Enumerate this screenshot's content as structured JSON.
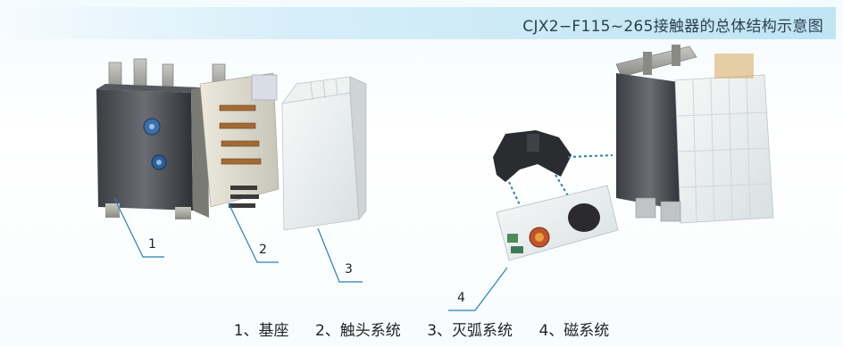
{
  "title": "CJX2−F115~265接触器的总体结构示意图",
  "labels": [
    "1",
    "2",
    "3",
    "4"
  ],
  "legend": [
    "1、基座",
    "2、触头系统",
    "3、灭弧系统",
    "4、磁系统"
  ],
  "colors": {
    "title_bar": "#bfe4f4",
    "leader_line": "#2a7fb8",
    "metal_dark": "#4a4a4f",
    "shell_white": "#e9eef0"
  }
}
